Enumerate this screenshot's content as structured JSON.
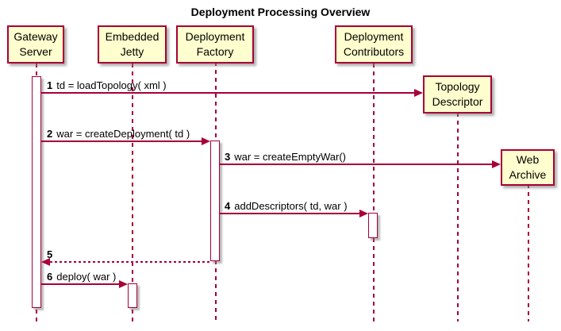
{
  "diagram": {
    "title": "Deployment Processing Overview",
    "type": "sequence-diagram",
    "participants": [
      {
        "id": "gateway-server",
        "line1": "Gateway",
        "line2": "Server"
      },
      {
        "id": "embedded-jetty",
        "line1": "Embedded",
        "line2": "Jetty"
      },
      {
        "id": "deployment-factory",
        "line1": "Deployment",
        "line2": "Factory"
      },
      {
        "id": "deployment-contributors",
        "line1": "Deployment",
        "line2": "Contributors"
      },
      {
        "id": "topology-descriptor",
        "line1": "Topology",
        "line2": "Descriptor"
      },
      {
        "id": "web-archive",
        "line1": "Web",
        "line2": "Archive"
      }
    ],
    "messages": [
      {
        "num": "1",
        "text": "td = loadTopology( xml )",
        "from": "gateway-server",
        "to": "topology-descriptor",
        "style": "solid"
      },
      {
        "num": "2",
        "text": "war = createDeployment( td )",
        "from": "gateway-server",
        "to": "deployment-factory",
        "style": "solid"
      },
      {
        "num": "3",
        "text": "war = createEmptyWar()",
        "from": "deployment-factory",
        "to": "web-archive",
        "style": "solid"
      },
      {
        "num": "4",
        "text": "addDescriptors( td, war )",
        "from": "deployment-factory",
        "to": "deployment-contributors",
        "style": "solid"
      },
      {
        "num": "5",
        "text": "",
        "from": "deployment-factory",
        "to": "gateway-server",
        "style": "dashed-return"
      },
      {
        "num": "6",
        "text": "deploy( war )",
        "from": "gateway-server",
        "to": "embedded-jetty",
        "style": "solid"
      }
    ],
    "colors": {
      "stroke": "#A80036",
      "box_fill": "#FEFECE",
      "text": "#000000",
      "background": "#FFFFFF"
    }
  }
}
